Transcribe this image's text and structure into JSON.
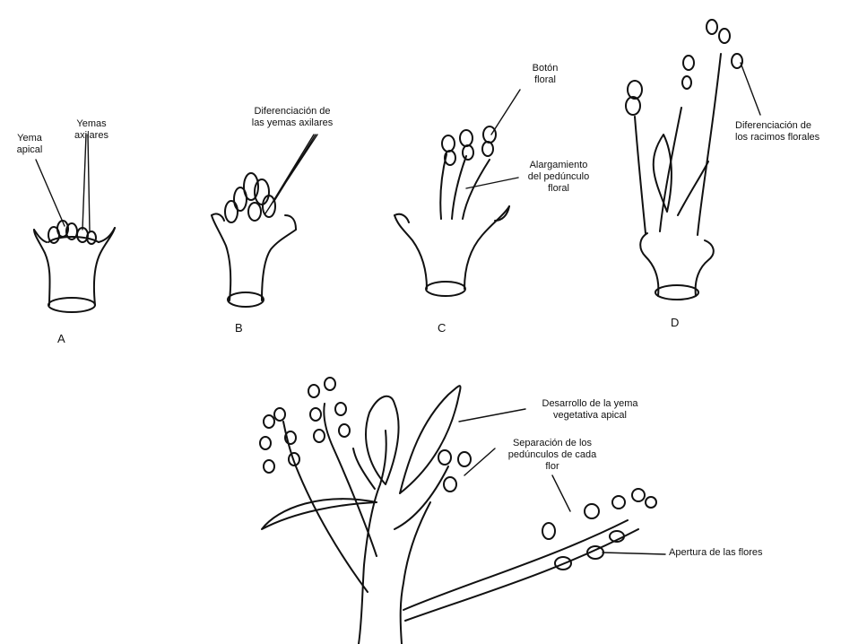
{
  "figure": {
    "panels": [
      {
        "letter": "A",
        "labels": {
          "apical": [
            "Yema",
            "apical"
          ],
          "axillary": [
            "Yemas",
            "axilares"
          ]
        }
      },
      {
        "letter": "B",
        "labels": {
          "diff": [
            "Diferenciación de",
            "las yemas axilares"
          ]
        }
      },
      {
        "letter": "C",
        "labels": {
          "bud": [
            "Botón",
            "floral"
          ],
          "elong": [
            "Alargamiento",
            "del pedúnculo",
            "floral"
          ]
        }
      },
      {
        "letter": "D",
        "labels": {
          "racemes": [
            "Diferenciación de",
            "los racimos florales"
          ]
        }
      }
    ],
    "bottom_labels": {
      "apical_dev": [
        "Desarrollo de la yema",
        "vegetativa apical"
      ],
      "separation": [
        "Separación de los",
        "pedúnculos de cada",
        "flor"
      ],
      "opening": "Apertura de las flores"
    },
    "colors": {
      "ink": "#111111",
      "background": "#ffffff"
    }
  }
}
